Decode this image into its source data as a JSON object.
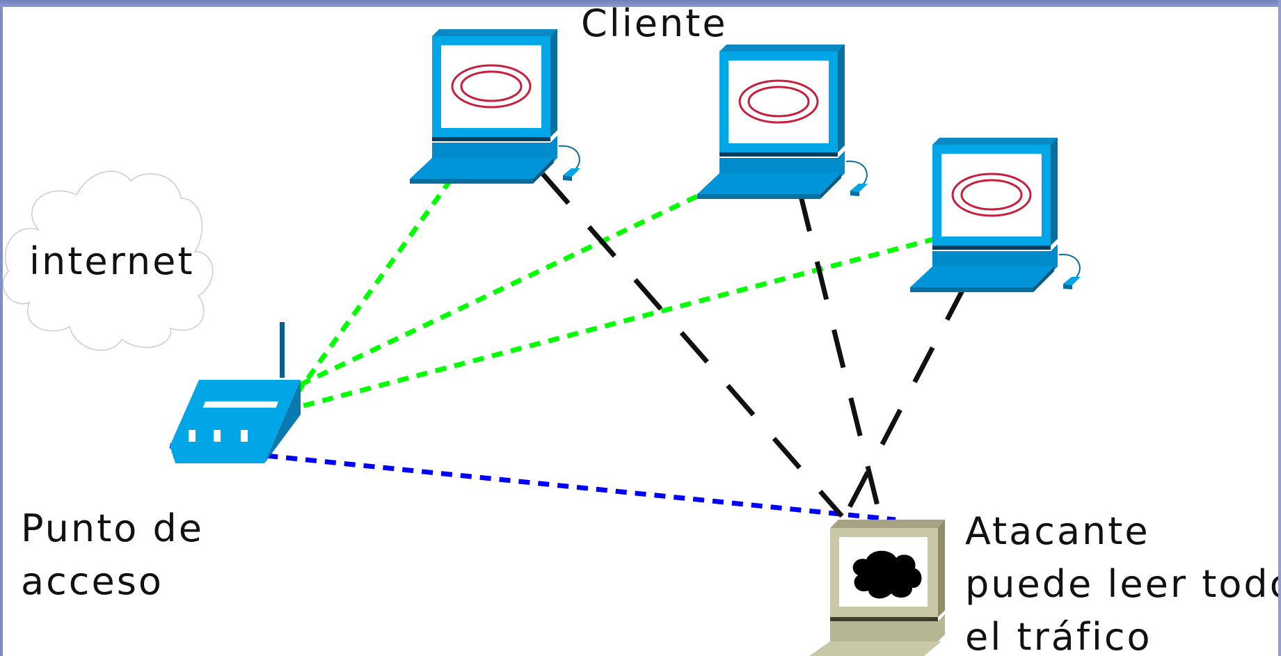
{
  "labels": {
    "cliente": "Cliente",
    "internet": "internet",
    "access_point_line1": "Punto de",
    "access_point_line2": "acceso",
    "attacker_line1": "Atacante",
    "attacker_line2": "puede leer todo",
    "attacker_line3": "el tráfico"
  },
  "colors": {
    "client_blue": "#00a6e6",
    "client_dark": "#0a6f9e",
    "attacker_body": "#c8c7a6",
    "attacker_dark": "#8f8d68",
    "green_link": "#00ff00",
    "blue_link": "#0000ff",
    "black_link": "#111111",
    "monitor_ring": "#c81d3b"
  },
  "icons": {
    "client": "monitor-icon",
    "access_point": "wireless-access-point-icon",
    "internet": "cloud-icon",
    "attacker": "attacker-monitor-icon"
  }
}
